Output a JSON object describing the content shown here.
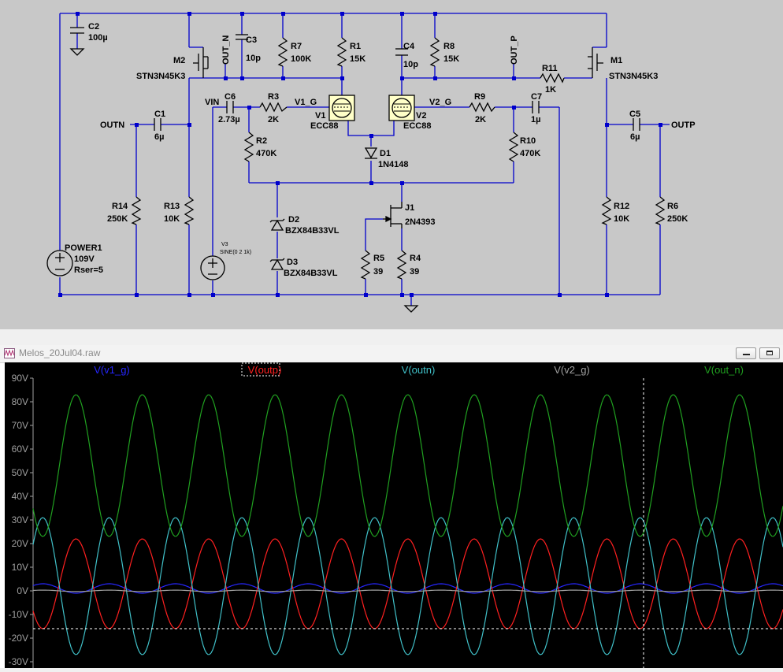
{
  "schematic": {
    "components": {
      "c2": {
        "ref": "C2",
        "value": "100µ"
      },
      "m2": {
        "ref": "M2",
        "value": "STN3N45K3"
      },
      "c3": {
        "ref": "C3",
        "value": "10p"
      },
      "r7": {
        "ref": "R7",
        "value": "100K"
      },
      "r1": {
        "ref": "R1",
        "value": "15K"
      },
      "c4": {
        "ref": "C4",
        "value": "10p"
      },
      "r8": {
        "ref": "R8",
        "value": "15K"
      },
      "r11": {
        "ref": "R11",
        "value": "1K"
      },
      "m1": {
        "ref": "M1",
        "value": "STN3N45K3"
      },
      "c1": {
        "ref": "C1",
        "value": "6µ"
      },
      "c6": {
        "ref": "C6",
        "value": "2.73µ"
      },
      "r3": {
        "ref": "R3",
        "value": "2K"
      },
      "v1": {
        "ref": "V1",
        "value": "ECC88"
      },
      "v2": {
        "ref": "V2",
        "value": "ECC88"
      },
      "r9": {
        "ref": "R9",
        "value": "2K"
      },
      "c7": {
        "ref": "C7",
        "value": "1µ"
      },
      "c5": {
        "ref": "C5",
        "value": "6µ"
      },
      "r2": {
        "ref": "R2",
        "value": "470K"
      },
      "r10": {
        "ref": "R10",
        "value": "470K"
      },
      "d1": {
        "ref": "D1",
        "value": "1N4148"
      },
      "r14": {
        "ref": "R14",
        "value": "250K"
      },
      "r13": {
        "ref": "R13",
        "value": "10K"
      },
      "d2": {
        "ref": "D2",
        "value": "BZX84B33VL"
      },
      "d3": {
        "ref": "D3",
        "value": "BZX84B33VL"
      },
      "j1": {
        "ref": "J1",
        "value": "2N4393"
      },
      "r5": {
        "ref": "R5",
        "value": "39"
      },
      "r4": {
        "ref": "R4",
        "value": "39"
      },
      "r12": {
        "ref": "R12",
        "value": "10K"
      },
      "r6": {
        "ref": "R6",
        "value": "250K"
      },
      "power1": {
        "ref": "POWER1",
        "value": "109V",
        "extra": "Rser=5"
      },
      "v3": {
        "ref": "V3",
        "value": "SINE(0 2 1k)"
      }
    },
    "nets": {
      "out_n": "OUT_N",
      "out_p": "OUT_P",
      "outn": "OUTN",
      "outp": "OUTP",
      "vin": "VIN",
      "v1_g": "V1_G",
      "v2_g": "V2_G"
    }
  },
  "plot_window": {
    "title": "Melos_20Jul04.raw",
    "icon": "waveform-icon",
    "buttons": {
      "minimize": "minimize-icon",
      "maximize": "maximize-icon"
    }
  },
  "chart_data": {
    "type": "line",
    "title": "",
    "xlabel": "",
    "ylabel": "",
    "ylim": [
      -30,
      90
    ],
    "yticks": [
      90,
      80,
      70,
      60,
      50,
      40,
      30,
      20,
      10,
      0,
      -10,
      -20,
      -30
    ],
    "ytick_labels": [
      "90V",
      "80V",
      "70V",
      "60V",
      "50V",
      "40V",
      "30V",
      "20V",
      "10V",
      "0V",
      "-10V",
      "-20V",
      "-30V"
    ],
    "cycles_visible": 11.3,
    "cursor_horizontal_y": -16,
    "legend_placement": "top",
    "series": [
      {
        "name": "V(v1_g)",
        "color": "#2626ff",
        "offset": 1,
        "amplitude": 2,
        "phase": 0
      },
      {
        "name": "V(outp)",
        "color": "#ff2020",
        "offset": 3,
        "amplitude": 19,
        "phase": 180,
        "highlighted": true
      },
      {
        "name": "V(outn)",
        "color": "#40c0c8",
        "offset": 2,
        "amplitude": 29,
        "phase": 0
      },
      {
        "name": "V(v2_g)",
        "color": "#a0a0a0",
        "offset": 0,
        "amplitude": 0.3,
        "phase": 0
      },
      {
        "name": "V(out_n)",
        "color": "#20a020",
        "offset": 53,
        "amplitude": 30,
        "phase": 180
      }
    ]
  }
}
